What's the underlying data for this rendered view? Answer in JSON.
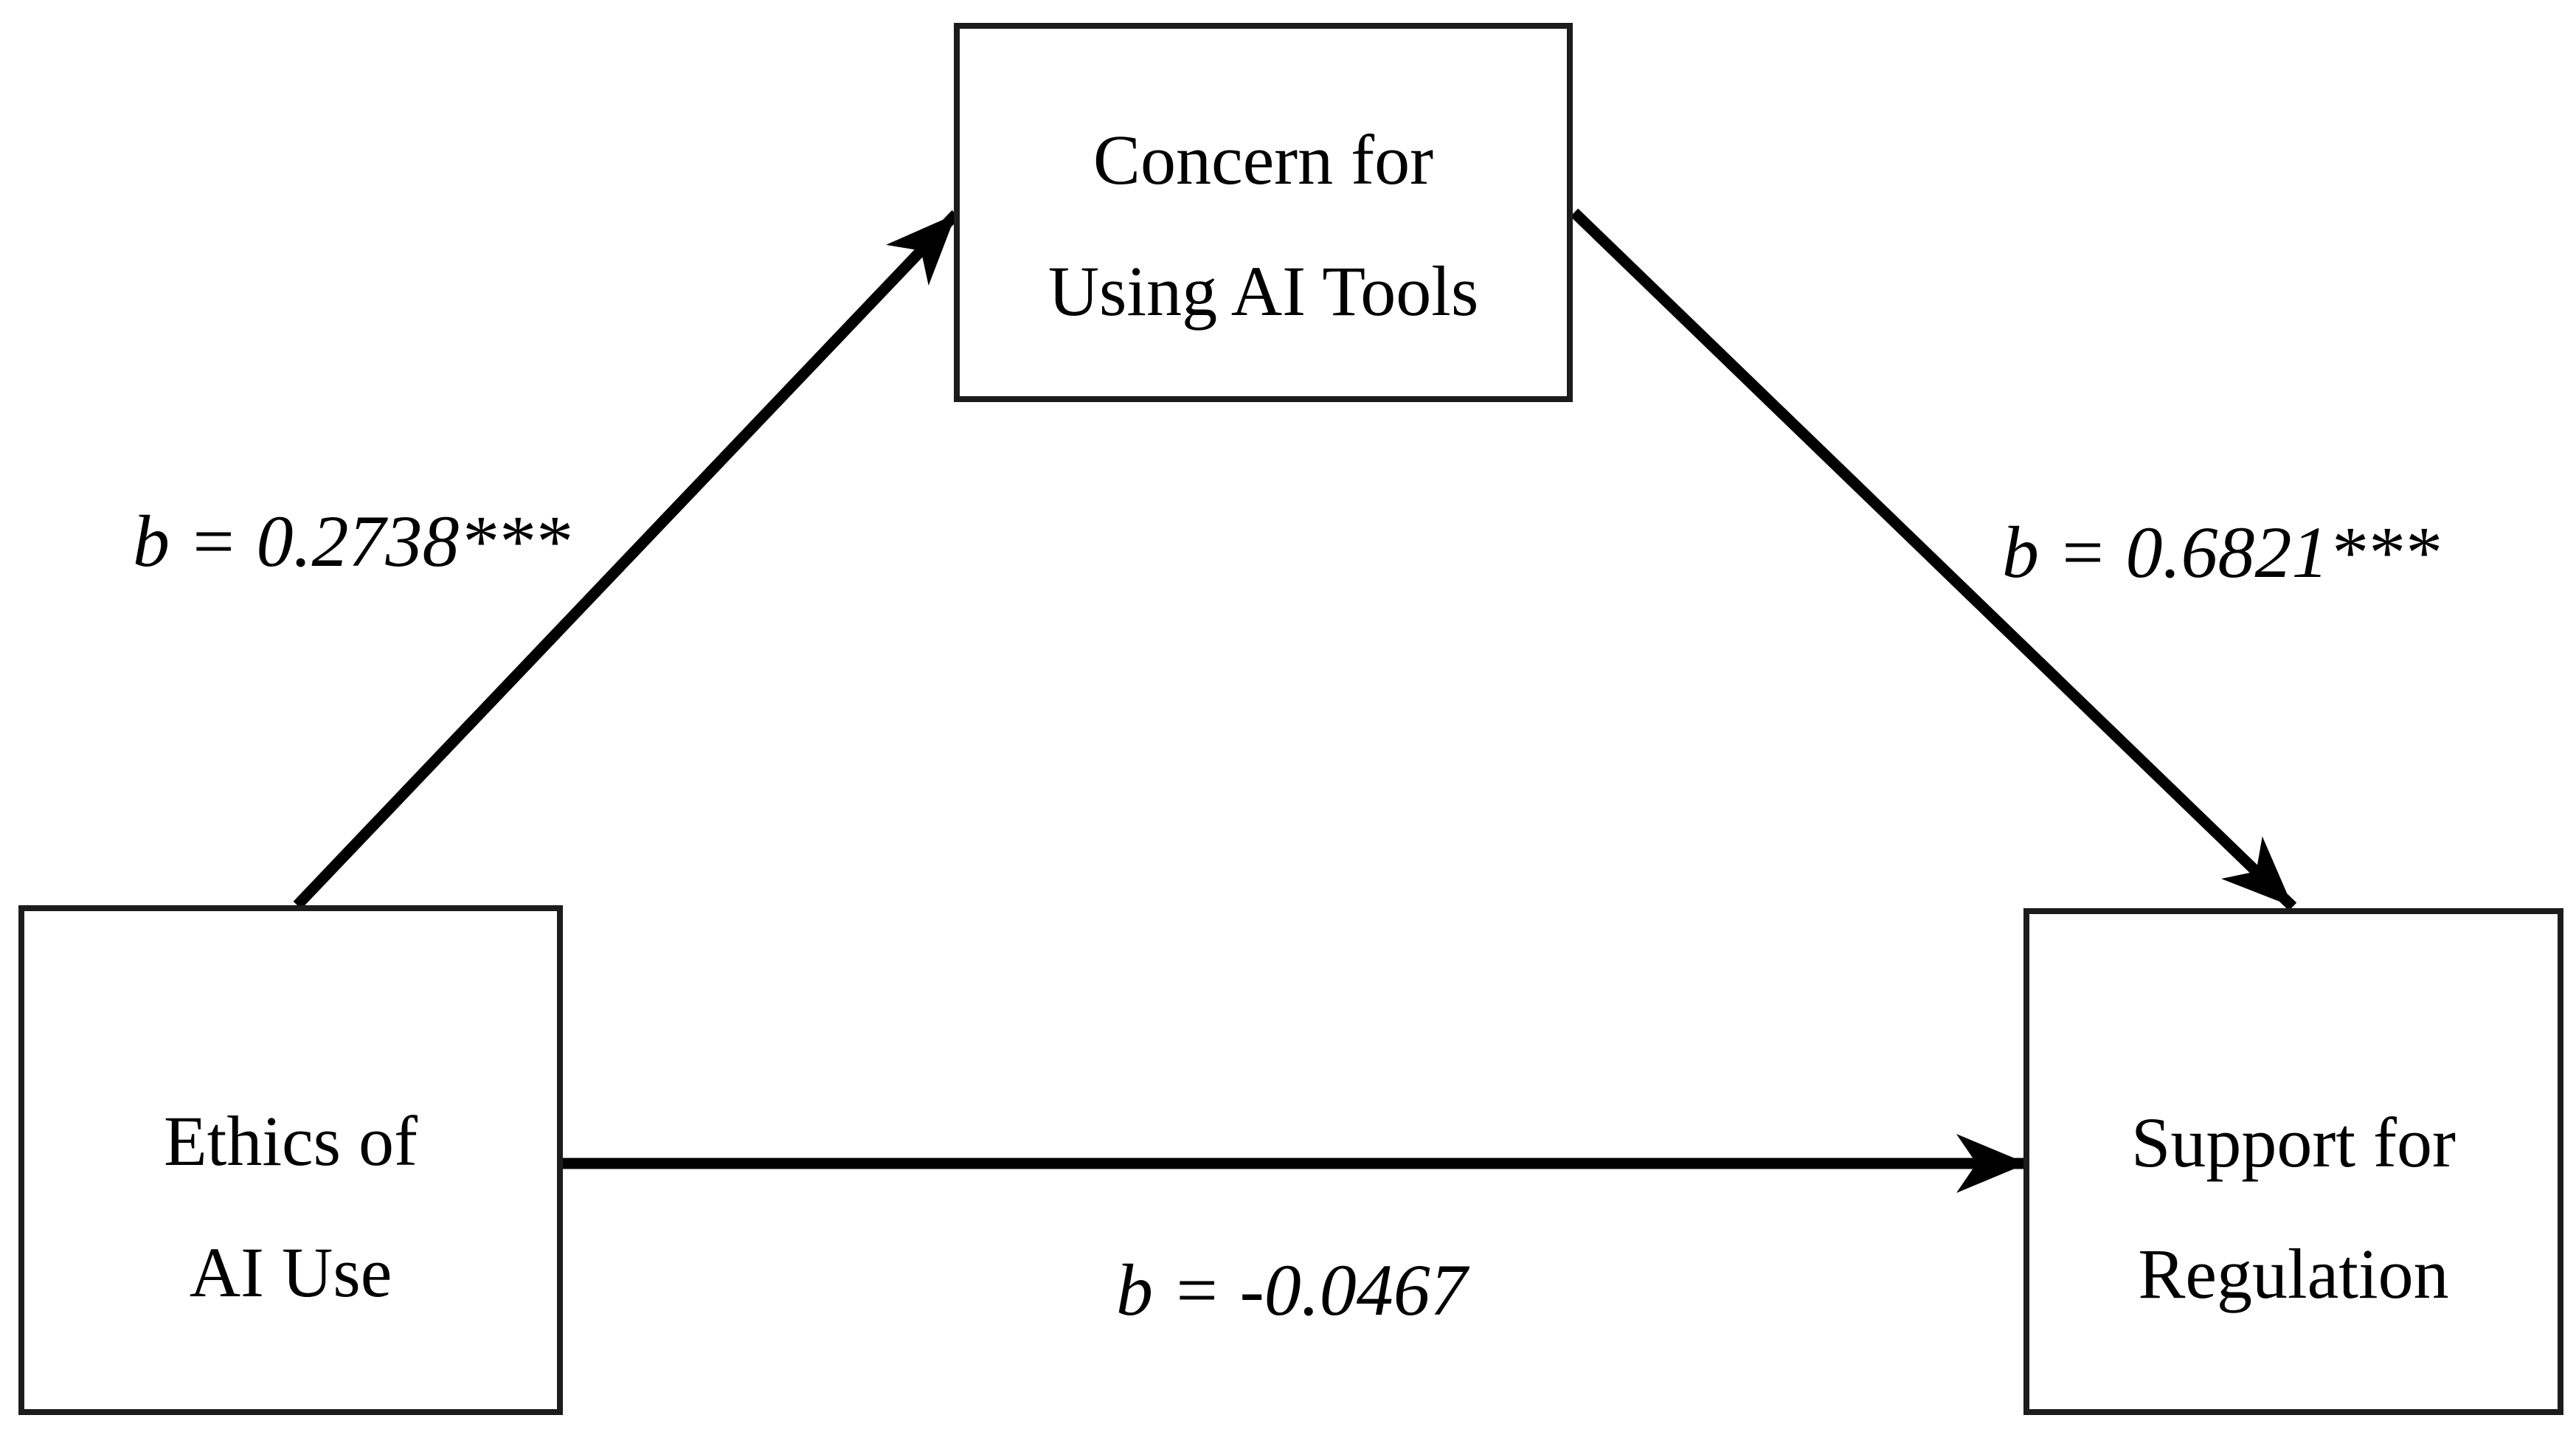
{
  "diagram": {
    "type": "mediation-path-model",
    "nodes": {
      "mediator": {
        "line1": "Concern for",
        "line2": "Using AI Tools"
      },
      "predictor": {
        "line1": "Ethics of",
        "line2": "AI Use"
      },
      "outcome": {
        "line1": "Support for",
        "line2": "Regulation"
      }
    },
    "paths": {
      "a": {
        "from": "predictor",
        "to": "mediator",
        "label": "b = 0.2738***"
      },
      "b": {
        "from": "mediator",
        "to": "outcome",
        "label": "b = 0.6821***"
      },
      "c": {
        "from": "predictor",
        "to": "outcome",
        "label": "b = -0.0467"
      }
    },
    "colors": {
      "background": "#ffffff",
      "box_border": "#1c1c1c",
      "arrow": "#000000",
      "text": "#000000"
    }
  }
}
